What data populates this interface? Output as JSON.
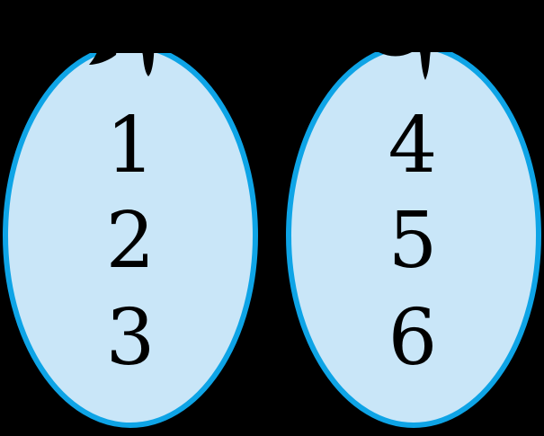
{
  "colors": {
    "background": "#000000",
    "set_fill": "#c9e6f8",
    "set_stroke": "#0ea4e6",
    "element_text": "#000000",
    "glyph_color": "#000000"
  },
  "sets": {
    "left": {
      "elements": [
        "1",
        "2",
        "3"
      ]
    },
    "right": {
      "elements": [
        "4",
        "5",
        "6"
      ]
    }
  }
}
